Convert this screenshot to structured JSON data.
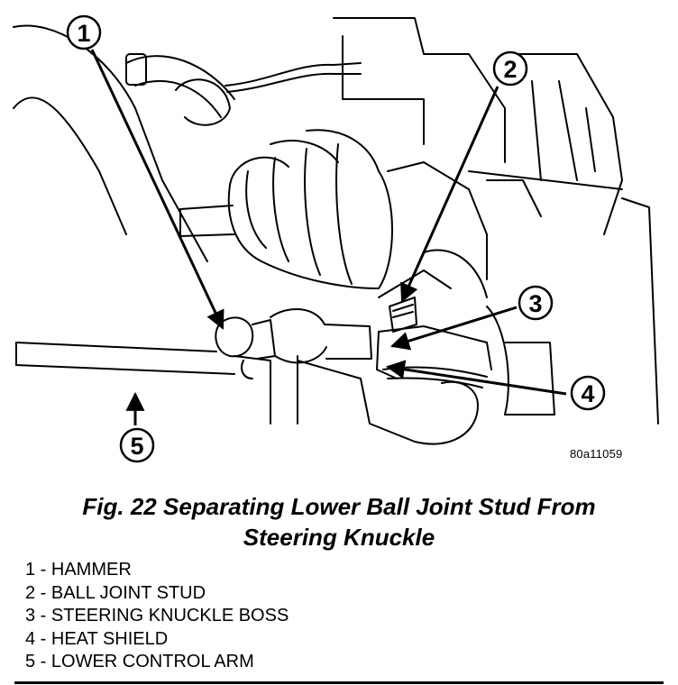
{
  "figure": {
    "callouts": [
      "1",
      "2",
      "3",
      "4",
      "5"
    ],
    "code": "80a11059"
  },
  "caption": {
    "line1": "Fig. 22 Separating Lower Ball Joint Stud From",
    "line2": "Steering Knuckle"
  },
  "legend": {
    "items": [
      "1 - HAMMER",
      "2 - BALL JOINT STUD",
      "3 - STEERING KNUCKLE BOSS",
      "4 - HEAT SHIELD",
      "5 - LOWER CONTROL ARM"
    ]
  }
}
